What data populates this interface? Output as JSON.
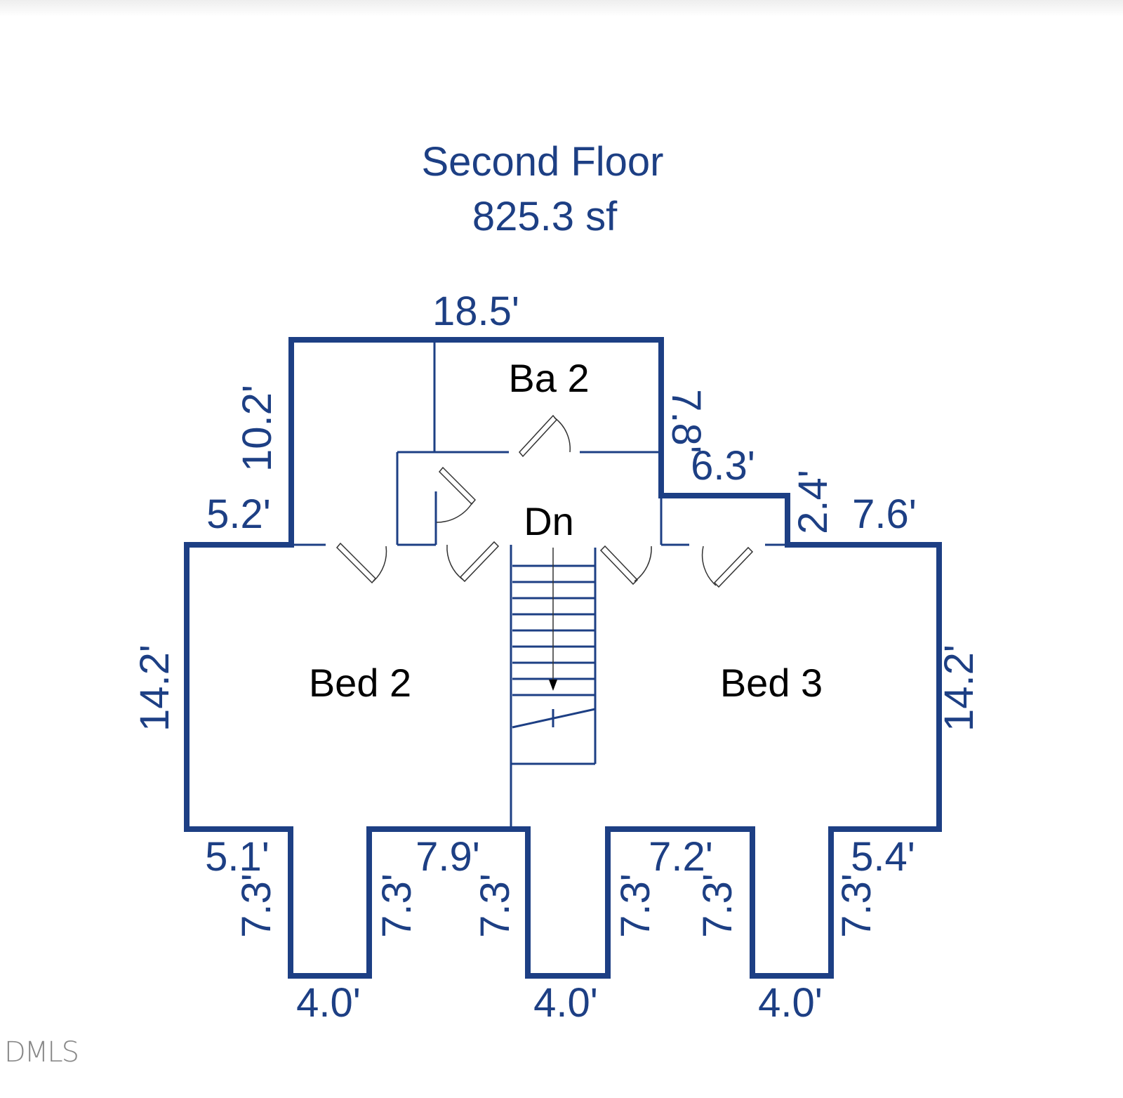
{
  "title": "Second Floor",
  "area": "825.3 sf",
  "rooms": {
    "bath": "Ba 2",
    "down": "Dn",
    "bed_left": "Bed 2",
    "bed_right": "Bed 3"
  },
  "dimensions": {
    "top_width": "18.5'",
    "left_upper": "10.2'",
    "left_ledge": "5.2'",
    "right_upper": "7.8'",
    "right_step": "6.3'",
    "right_step_height": "2.4'",
    "right_ledge": "7.6'",
    "left_side": "14.2'",
    "right_side": "14.2'",
    "bottom_left_ledge": "5.1'",
    "bottom_mid_left_ledge": "7.9'",
    "bottom_mid_right_ledge": "7.2'",
    "bottom_right_ledge": "5.4'",
    "bump_depth": [
      "7.3'",
      "7.3'",
      "7.3'",
      "7.3'",
      "7.3'",
      "7.3'"
    ],
    "bump_width": [
      "4.0'",
      "4.0'",
      "4.0'"
    ]
  },
  "watermark": "DMLS",
  "colors": {
    "wall": "#1d3f84",
    "room_text": "#000000"
  }
}
